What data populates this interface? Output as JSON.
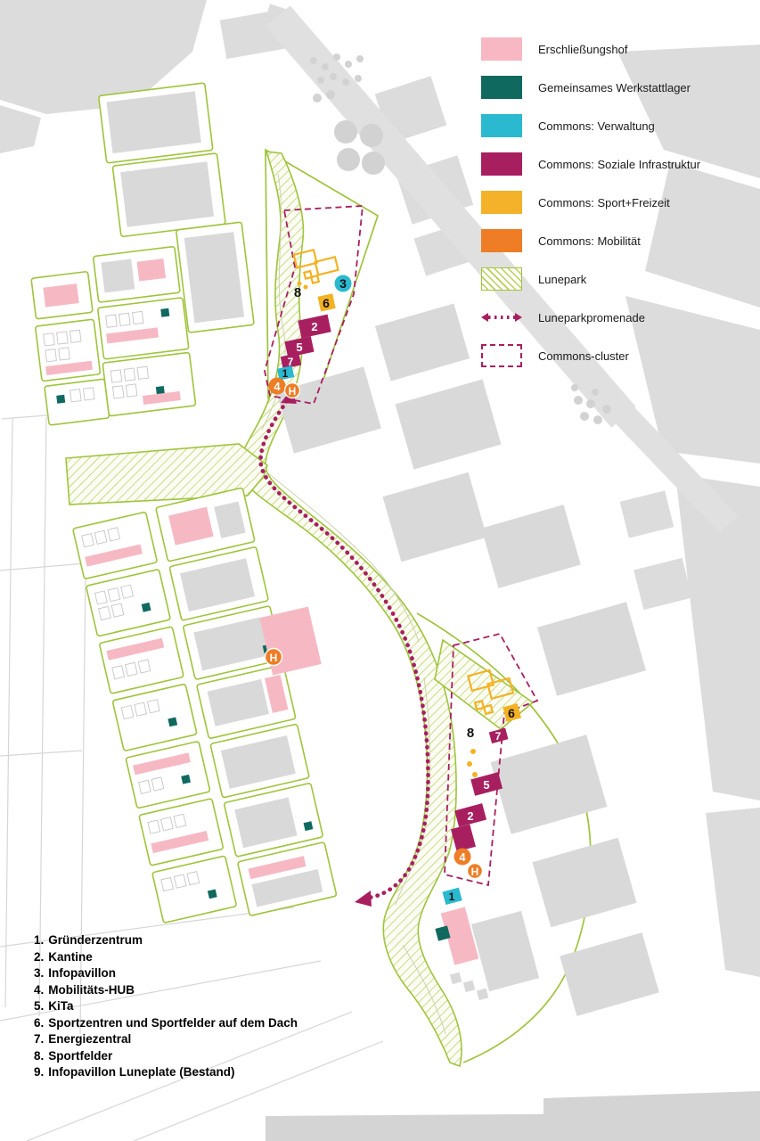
{
  "legend": {
    "items": [
      {
        "label": "Erschließungshof",
        "color": "#f7b8c3",
        "swatch": "solid"
      },
      {
        "label": "Gemeinsames Werkstattlager",
        "color": "#10695f",
        "swatch": "solid"
      },
      {
        "label": "Commons: Verwaltung",
        "color": "#2ab9cf",
        "swatch": "solid"
      },
      {
        "label": "Commons: Soziale Infrastruktur",
        "color": "#a81f60",
        "swatch": "solid"
      },
      {
        "label": "Commons: Sport+Freizeit",
        "color": "#f3b229",
        "swatch": "solid"
      },
      {
        "label": "Commons: Mobilität",
        "color": "#ee7d25",
        "swatch": "solid"
      },
      {
        "label": "Lunepark",
        "color": "#9fc43c",
        "swatch": "hatch"
      },
      {
        "label": "Luneparkpromenade",
        "color": "#a81f60",
        "swatch": "dotted-arrow"
      },
      {
        "label": "Commons-cluster",
        "color": "#a81f60",
        "swatch": "dashed-outline"
      }
    ]
  },
  "key_list": {
    "items": [
      {
        "num": "1.",
        "label": "Gründerzentrum"
      },
      {
        "num": "2.",
        "label": "Kantine"
      },
      {
        "num": "3.",
        "label": "Infopavillon"
      },
      {
        "num": "4.",
        "label": "Mobilitäts-HUB"
      },
      {
        "num": "5.",
        "label": "KiTa"
      },
      {
        "num": "6.",
        "label": "Sportzentren und Sportfelder auf dem Dach"
      },
      {
        "num": "7.",
        "label": "Energiezentral"
      },
      {
        "num": "8.",
        "label": "Sportfelder"
      },
      {
        "num": "9.",
        "label": "Infopavillon Luneplate (Bestand)"
      }
    ]
  },
  "map_labels": {
    "c1_m8": "8",
    "c1_m6": "6",
    "c1_m3": "3",
    "c1_m2": "2",
    "c1_m5": "5",
    "c1_m7": "7",
    "c1_m1": "1",
    "c1_m4": "4",
    "c1_hub": "H",
    "mid_hub": "H",
    "c2_m6": "6",
    "c2_m8": "8",
    "c2_m7": "7",
    "c2_m5": "5",
    "c2_m2": "2",
    "c2_m4": "4",
    "c2_hub": "H",
    "c2_m1": "1"
  },
  "colors": {
    "erschliessungshof": "#f7b8c3",
    "werkstattlager": "#10695f",
    "verwaltung": "#2ab9cf",
    "soziale_infrastruktur": "#a81f60",
    "sport_freizeit": "#f3b229",
    "mobilitaet": "#ee7d25",
    "lunepark_green": "#9fc43c",
    "context_gray": "#dcdcdc"
  }
}
